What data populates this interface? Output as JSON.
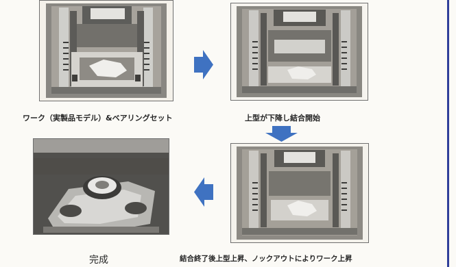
{
  "captions": {
    "step1": "ワーク（実製品モデル）&ベアリングセット",
    "step2": "上型が下降し結合開始",
    "step3": "結合終了後上型上昇、ノックアウトによりワーク上昇",
    "step4": "完成"
  },
  "colors": {
    "arrow": "#3f72c1",
    "border": "#2f3f9a"
  }
}
